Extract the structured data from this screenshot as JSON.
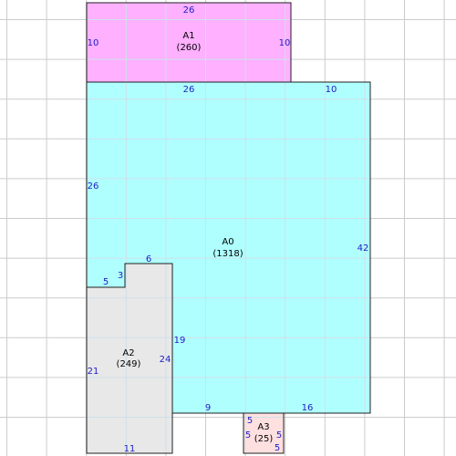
{
  "colors": {
    "grid": "#cccccc",
    "inner_grid": "#cfe0ea",
    "outline": "#202020",
    "edge_label": "#2020c8",
    "area_text": "#000000"
  },
  "areas": [
    {
      "id": "A0",
      "name": "A0",
      "value": "(1318)",
      "fill": "#b0ffff"
    },
    {
      "id": "A1",
      "name": "A1",
      "value": "(260)",
      "fill": "#ffb0ff"
    },
    {
      "id": "A2",
      "name": "A2",
      "value": "(249)",
      "fill": "#e8e8e8"
    },
    {
      "id": "A3",
      "name": "A3",
      "value": "(25)",
      "fill": "#ffe0e0"
    }
  ],
  "edge_labels": {
    "a1_top": "26",
    "a1_left": "10",
    "a1_right": "10",
    "a0_top_left": "26",
    "a0_top_right": "10",
    "a0_left": "26",
    "a0_right": "42",
    "a0_step_bottom": "5",
    "a0_step_rise": "3",
    "a0_step_top": "6",
    "a0_inner_edge": "19",
    "a0_bottom_left": "9",
    "a0_bottom_right": "16",
    "a2_left": "21",
    "a2_right": "24",
    "a2_bottom": "11",
    "a3_top": "5",
    "a3_left": "5",
    "a3_right": "5",
    "a3_bottom": "5"
  }
}
